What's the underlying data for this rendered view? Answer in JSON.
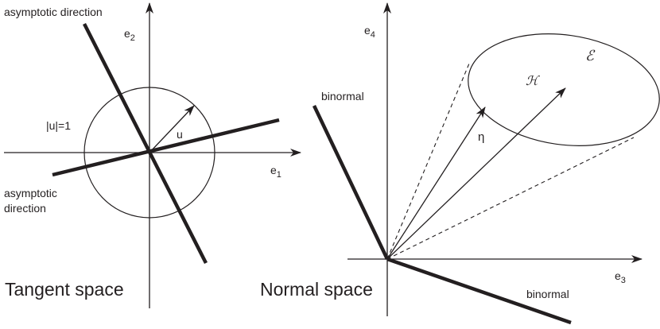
{
  "tangent": {
    "title": "Tangent space",
    "axis_x_base": "e",
    "axis_x_sub": "1",
    "axis_y_base": "e",
    "axis_y_sub": "2",
    "asymptotic_upper": "asymptotic direction",
    "asymptotic_lower_line1": "asymptotic",
    "asymptotic_lower_line2": "direction",
    "unit_circle_label": "|u|=1",
    "vector_label": "u"
  },
  "normal": {
    "title": "Normal space",
    "axis_x_base": "e",
    "axis_x_sub": "3",
    "axis_y_base": "e",
    "axis_y_sub": "4",
    "binormal_upper": "binormal",
    "binormal_lower": "binormal",
    "ellipse_label": "ℰ",
    "mean_curvature_label": "ℋ",
    "normal_vector_label": "η"
  },
  "colors": {
    "ink": "#231f20",
    "background": "#ffffff"
  }
}
